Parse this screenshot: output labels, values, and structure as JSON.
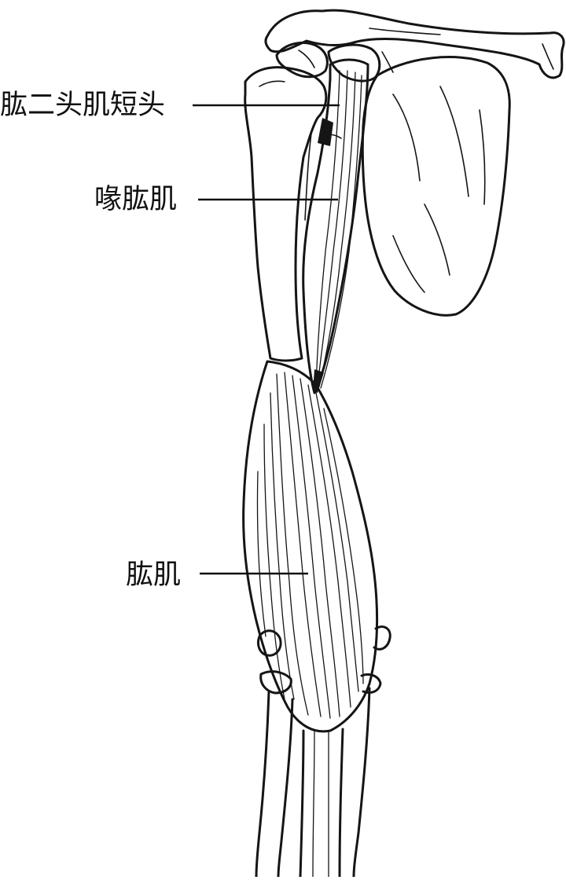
{
  "labels": {
    "biceps_short_head": "肱二头肌短头",
    "coracobrachialis": "喙肱肌",
    "brachialis": "肱肌"
  },
  "colors": {
    "ink": "#151515",
    "background": "#ffffff"
  }
}
